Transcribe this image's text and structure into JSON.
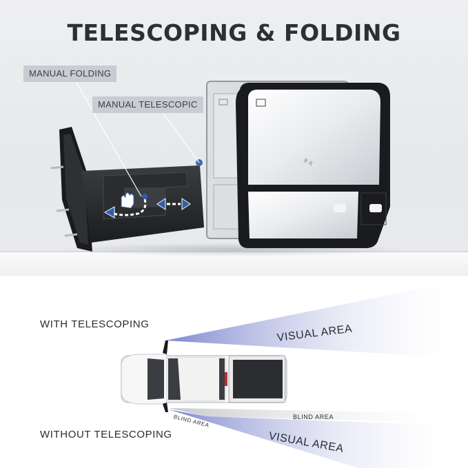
{
  "title": "TELESCOPING & FOLDING",
  "callouts": {
    "manual_folding": "MANUAL FOLDING",
    "manual_telescopic": "MANUAL TELESCOPIC"
  },
  "diagram": {
    "with_telescoping": "WITH TELESCOPING",
    "without_telescoping": "WITHOUT TELESCOPING",
    "visual_area_top": "VISUAL AREA",
    "visual_area_bottom": "VISUAL AREA",
    "blind_area_left": "BLIND AREA",
    "blind_area_right": "BLIND AREA"
  },
  "colors": {
    "arrow_blue": "#2f5fa8",
    "tag_bg": "#c9ccd3",
    "visual_area": "#7f8ad0"
  }
}
